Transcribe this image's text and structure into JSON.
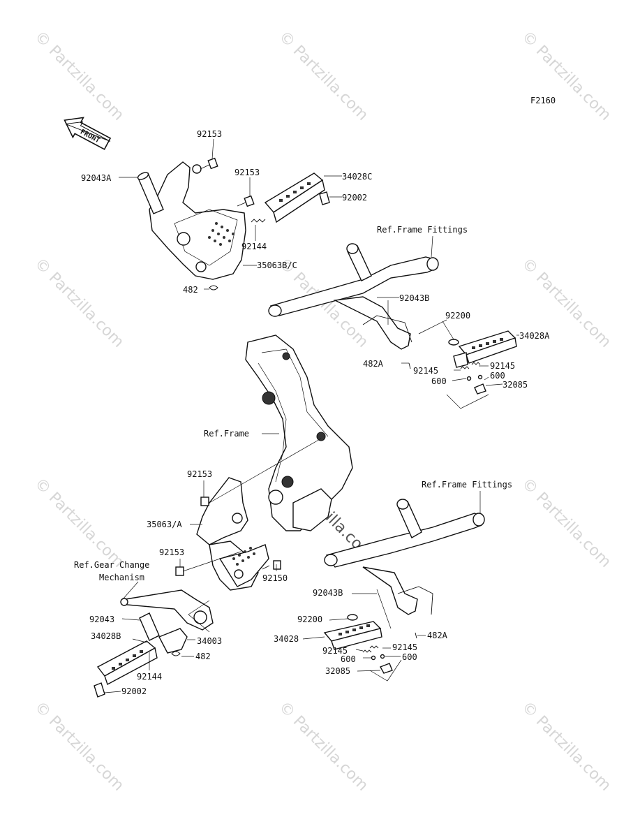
{
  "diagram_code": "F2160",
  "front_label": "FRONT",
  "watermark_text": "© Partzilla.com",
  "center_watermark": "Partzilla.com",
  "labels": {
    "l_92153_a": "92153",
    "l_92043A": "92043A",
    "l_92153_b": "92153",
    "l_34028C": "34028C",
    "l_92002_a": "92002",
    "l_92144_a": "92144",
    "l_35063BC": "35063B/C",
    "l_482_a": "482",
    "l_ref_frame_fittings_a": "Ref.Frame Fittings",
    "l_92043B_a": "92043B",
    "l_92200_a": "92200",
    "l_34028A": "34028A",
    "l_482A_a": "482A",
    "l_92145_a": "92145",
    "l_92145_b": "92145",
    "l_600_a": "600",
    "l_600_b": "600",
    "l_32085_a": "32085",
    "l_ref_frame": "Ref.Frame",
    "l_92153_c": "92153",
    "l_ref_frame_fittings_b": "Ref.Frame Fittings",
    "l_35063A": "35063/A",
    "l_92153_d": "92153",
    "l_ref_gear_1": "Ref.Gear Change",
    "l_ref_gear_2": "Mechanism",
    "l_92150": "92150",
    "l_92043B_b": "92043B",
    "l_92043": "92043",
    "l_92200_b": "92200",
    "l_482A_b": "482A",
    "l_34028B": "34028B",
    "l_34003": "34003",
    "l_34028": "34028",
    "l_92145_c": "92145",
    "l_482_b": "482",
    "l_92145_d": "92145",
    "l_600_c": "600",
    "l_600_d": "600",
    "l_92144_b": "92144",
    "l_32085_b": "32085",
    "l_92002_b": "92002"
  }
}
